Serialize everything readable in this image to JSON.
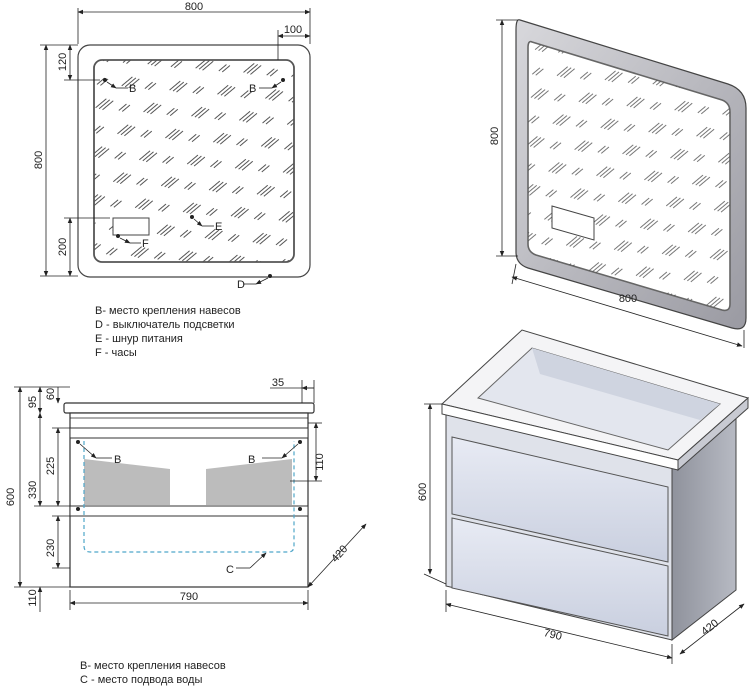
{
  "mirror_front": {
    "width": "800",
    "side_offset": "100",
    "top_offset": "120",
    "height": "800",
    "bottom_offset": "200",
    "label_b_left": "B",
    "label_b_right": "B",
    "label_e": "E",
    "label_f": "F",
    "label_d": "D"
  },
  "mirror_legend": [
    "B- место крепления навесов",
    "D - выключатель подсветки",
    "E - шнур питания",
    "F - часы"
  ],
  "mirror_iso": {
    "height": "800",
    "width": "800"
  },
  "cabinet_front": {
    "top_dim": "35",
    "dim_95": "95",
    "dim_60": "60",
    "dim_600": "600",
    "dim_330": "330",
    "dim_225": "225",
    "dim_230": "230",
    "dim_110_bottom": "110",
    "dim_110_right": "110",
    "width": "790",
    "depth": "420",
    "label_b_left": "B",
    "label_b_right": "B",
    "label_c": "C"
  },
  "cabinet_legend": [
    "B- место крепления навесов",
    "C - место подвода воды"
  ],
  "cabinet_iso": {
    "height": "600",
    "width": "790",
    "depth": "420"
  }
}
